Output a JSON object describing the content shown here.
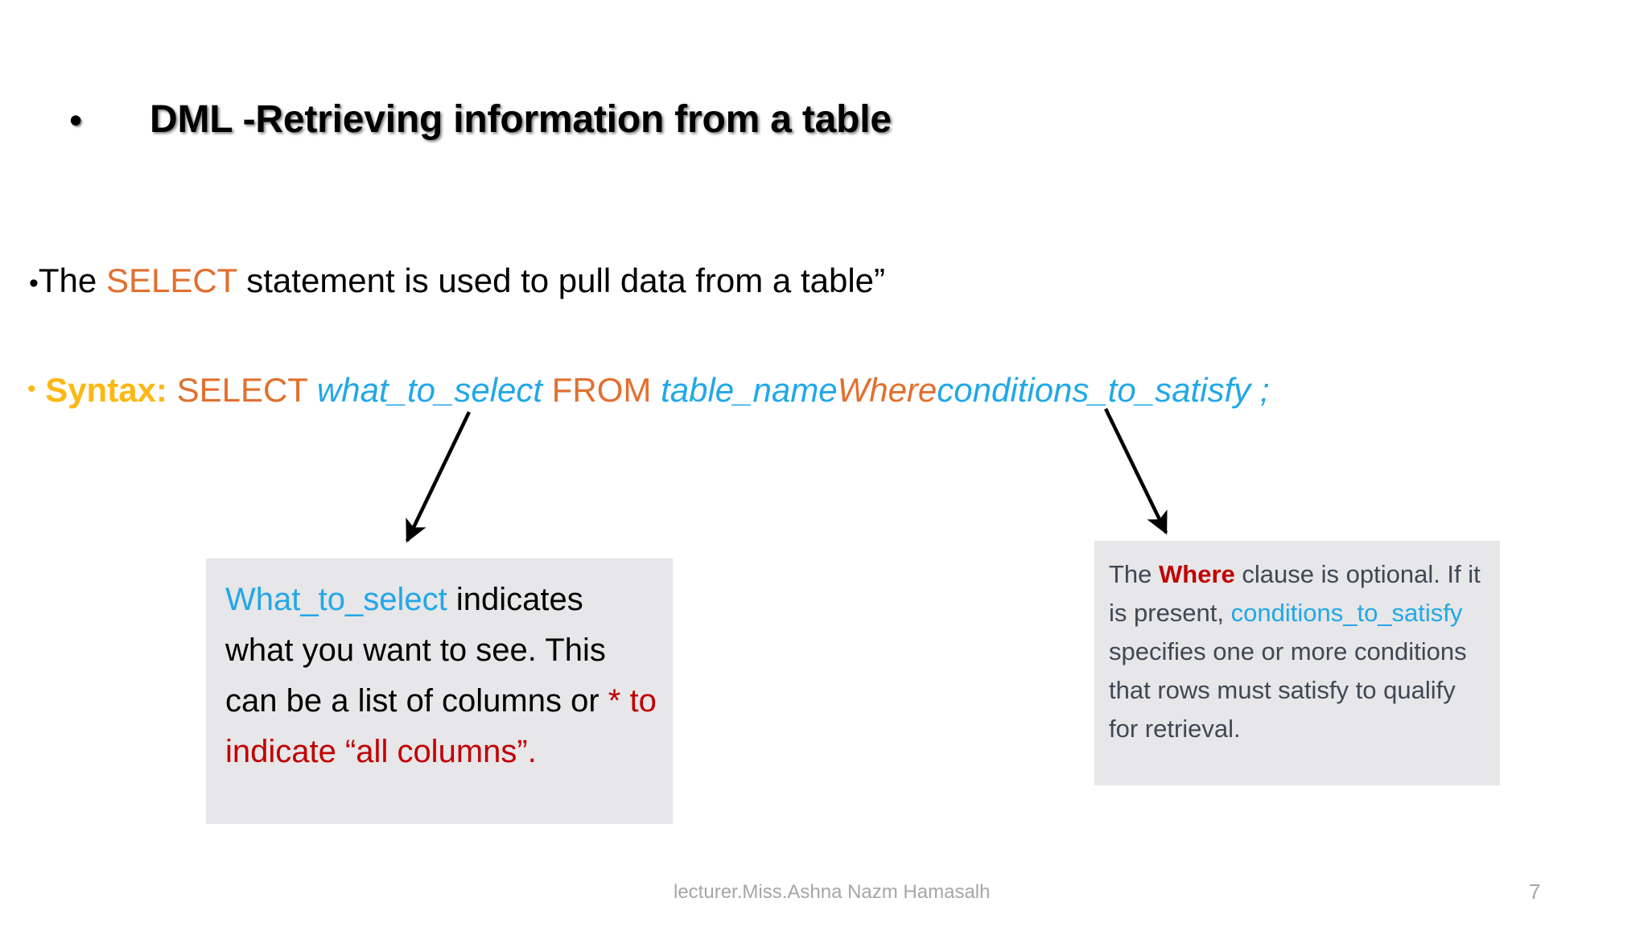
{
  "slide": {
    "background_color": "#FFFFFF",
    "title": {
      "bullet": "•",
      "text": "DML -Retrieving information from a table"
    },
    "paragraph": {
      "bullet": "•",
      "before": "The ",
      "keyword": "SELECT",
      "after": " statement is used to pull data from a table”"
    },
    "syntax": {
      "bullet": "•",
      "label": "Syntax:",
      "select": "SELECT",
      "what_to_select": "what_to_select",
      "from": "FROM",
      "table_name": "table_name",
      "where": "Where",
      "conditions_to_satisfy": "conditions_to_satisfy",
      "terminator": ";"
    },
    "callout_left": {
      "highlight": "What_to_select",
      "body_part1": " indicates what you want to see. This can be a list of columns or ",
      "highlight_red": "* to indicate “all columns”."
    },
    "callout_right": {
      "part1": "The ",
      "where": "Where",
      "part2": " clause is optional. If it is present, ",
      "conditions": "conditions_to_satisfy",
      "part3": " specifies one or more conditions that rows must satisfy to qualify for retrieval."
    },
    "footer": {
      "author": "lecturer.Miss.Ashna Nazm Hamasalh",
      "page_number": "7"
    },
    "colors": {
      "orange": "#E1702E",
      "cyan": "#21A8E8",
      "gold": "#FCB813",
      "dark_red": "#C00000",
      "callout_bg": "#E7E6E8",
      "callout_right_text": "#404854",
      "footer_gray": "#A6A6AA"
    }
  }
}
